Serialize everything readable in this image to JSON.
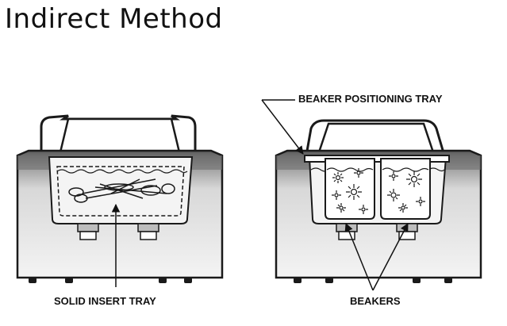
{
  "title": "Indirect Method",
  "labels": {
    "solid_insert_tray": "SOLID INSERT TRAY",
    "beaker_positioning_tray": "BEAKER POSITIONING TRAY",
    "beakers": "BEAKERS"
  },
  "colors": {
    "outline": "#1a1a1a",
    "body_light": "#e6e6e6",
    "body_dark": "#777777",
    "tank_fill": "#f2f2f2"
  }
}
